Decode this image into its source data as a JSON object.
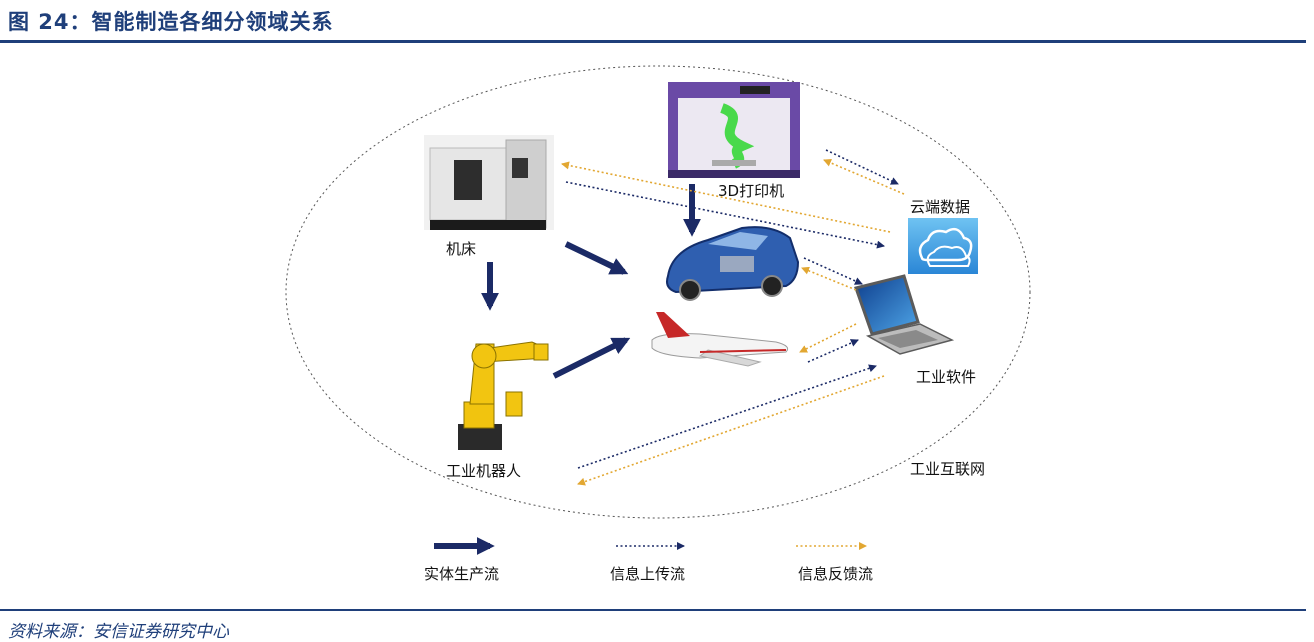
{
  "figure": {
    "title": "图 24：智能制造各细分领域关系",
    "source": "资料来源：安信证券研究中心"
  },
  "nodes": {
    "machine_tool": "机床",
    "printer_3d": "3D打印机",
    "cloud_data": "云端数据",
    "industrial_software": "工业软件",
    "industrial_robot": "工业机器人",
    "industrial_internet": "工业互联网"
  },
  "legend": {
    "physical_flow": "实体生产流",
    "info_upload": "信息上传流",
    "info_feedback": "信息反馈流"
  },
  "colors": {
    "navy": "#1b2a66",
    "gold": "#e2a732",
    "rule": "#1f3f7a"
  }
}
